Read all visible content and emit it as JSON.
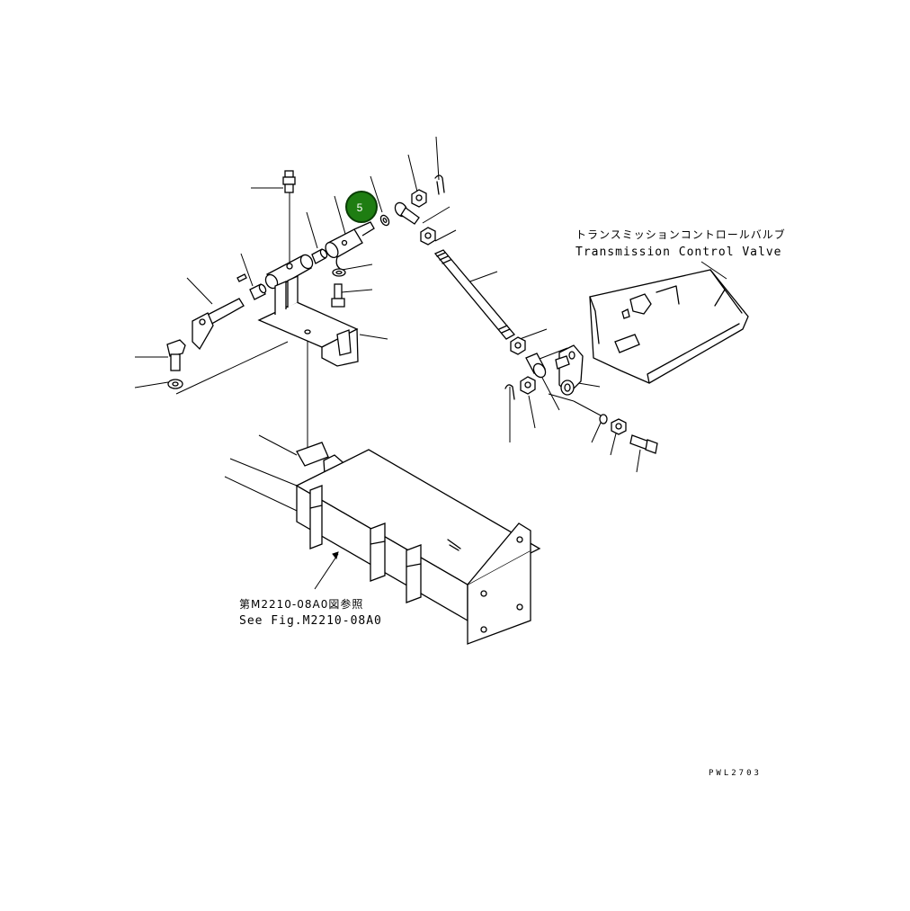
{
  "labels": {
    "tcv_jp": "トランスミッションコントロールバルブ",
    "tcv_en": "Transmission Control Valve",
    "ref_jp": "第M2210-08A0図参照",
    "ref_en": "See Fig.M2210-08A0",
    "drawing_code": "PWL2703"
  },
  "callout": {
    "number": "5",
    "color": "#1e7d12",
    "ring_color": "#0a3d05"
  }
}
